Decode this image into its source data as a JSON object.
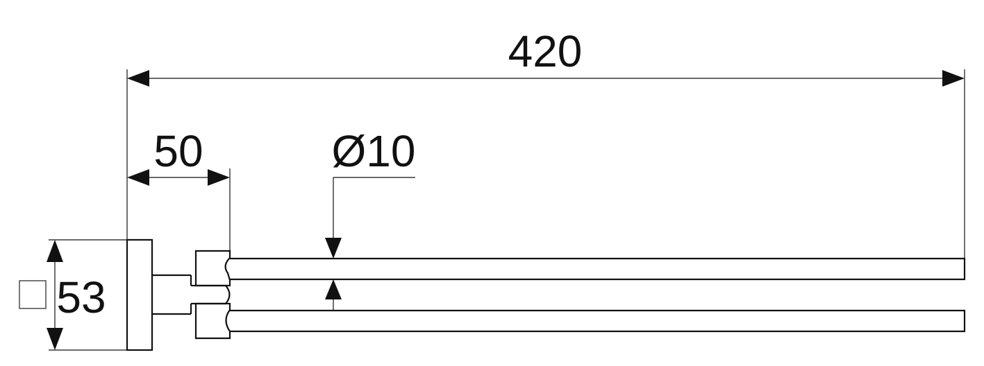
{
  "dimensions": {
    "overall_length": "420",
    "bracket_depth": "50",
    "rod_diameter": "Ø10",
    "base_size": "53"
  },
  "icons": {
    "base_shape": "square-section-icon"
  },
  "colors": {
    "ink": "#111111",
    "background": "#ffffff"
  }
}
